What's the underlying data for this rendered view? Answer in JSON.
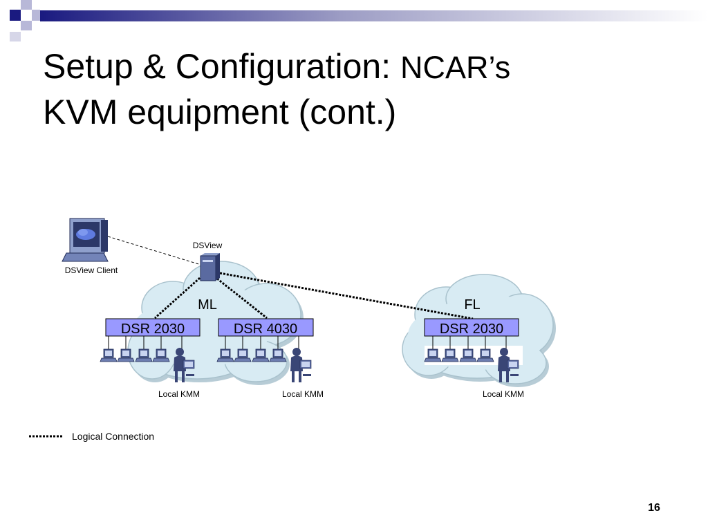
{
  "title": {
    "main": "Setup & Configuration: ",
    "suffix_line1": "NCAR’s",
    "line2": "KVM equipment (cont.)"
  },
  "diagram": {
    "client_label": "DSView Client",
    "server_label": "DSView",
    "site_ml": "ML",
    "site_fl": "FL",
    "switches": [
      "DSR 2030",
      "DSR 4030",
      "DSR 2030"
    ],
    "local_kmm": [
      "Local KMM",
      "Local KMM",
      "Local KMM"
    ],
    "legend_label": "Logical Connection"
  },
  "colors": {
    "cloud": "#d8ebf3",
    "switch_fill": "#9999ff",
    "deco_navy": "#1a1a80"
  },
  "page_number": "16"
}
